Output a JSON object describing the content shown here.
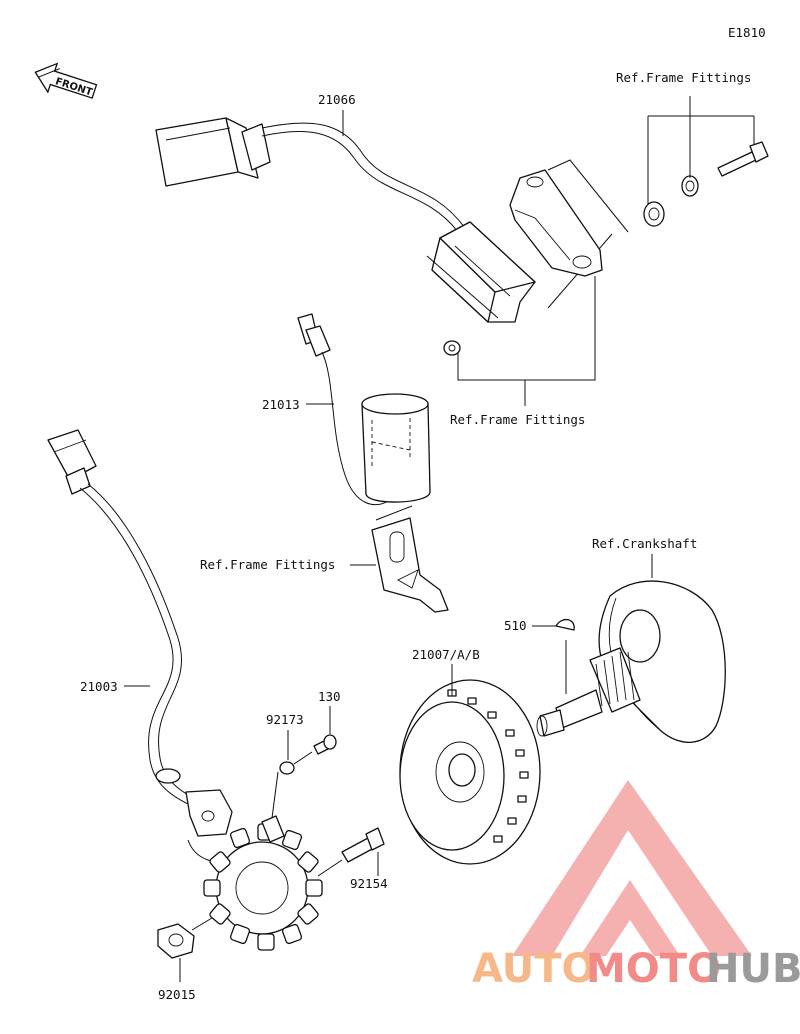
{
  "diagram": {
    "code": "E1810",
    "front_label": "FRONT",
    "callouts": {
      "regulator": "21066",
      "capacitor": "21013",
      "stator": "21003",
      "rotor": "21007/A/B",
      "key": "510",
      "bolt_130": "130",
      "clamp": "92173",
      "bolt_92154": "92154",
      "nut": "92015"
    },
    "refs": {
      "frame_top": "Ref.Frame Fittings",
      "frame_mid": "Ref.Frame Fittings",
      "frame_left": "Ref.Frame Fittings",
      "crankshaft": "Ref.Crankshaft"
    }
  },
  "watermark": {
    "part1": "AUTO",
    "part2": "MOTO",
    "part3": "HUB",
    "colors": {
      "auto": "#f7b889",
      "moto": "#f28a8a",
      "hub": "#9a9a9a",
      "triangle": "#f4a3a3"
    }
  }
}
